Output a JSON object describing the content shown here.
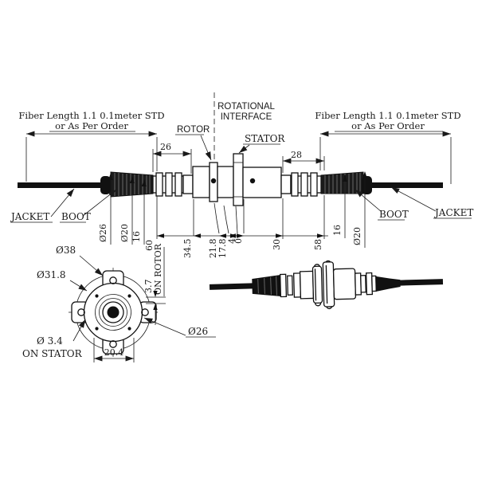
{
  "colors": {
    "ink": "#1a1a1a",
    "background": "#ffffff"
  },
  "notes": {
    "fiber_line1": "Fiber Length 1.1 0.1meter STD",
    "fiber_line2": "or As Per Order"
  },
  "labels": {
    "rotational_line1": "ROTATIONAL",
    "rotational_line2": "INTERFACE",
    "rotor": "ROTOR",
    "stator": "STATOR",
    "jacket": "JACKET",
    "boot": "BOOT"
  },
  "dims": {
    "rotor_side_len": "26",
    "stator_side_len": "28",
    "dia26": "Ø26",
    "dia20": "Ø20",
    "len16": "16",
    "chain": [
      "60",
      "34.5",
      "21.8",
      "17.8",
      "4",
      "0",
      "30",
      "58"
    ]
  },
  "flange": {
    "dia38": "Ø38",
    "dia31_8": "Ø31.8",
    "dia3_4": "Ø 3.4",
    "on_stator": "ON STATOR",
    "width20_4": "20.4",
    "gap3_7": "3.7",
    "on_rotor": "ON ROTOR",
    "dia26": "Ø26"
  }
}
